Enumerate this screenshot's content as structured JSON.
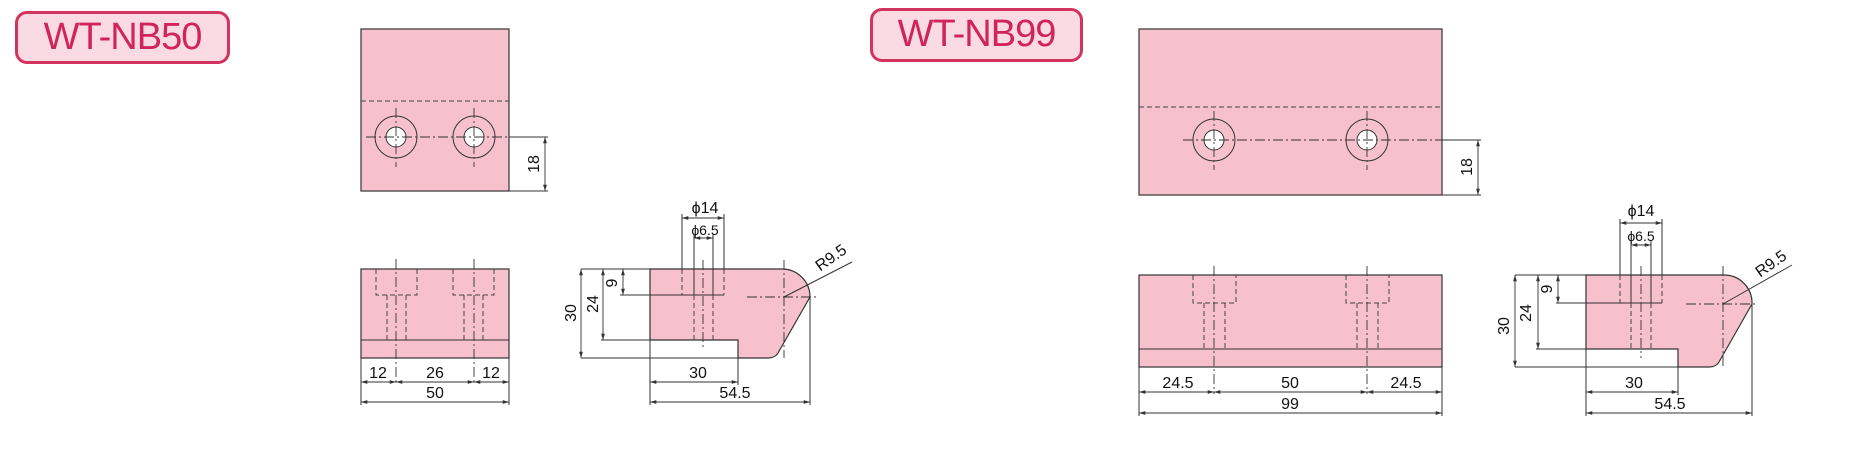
{
  "colors": {
    "part_fill": "#f6c1cd",
    "badge_border": "#d3345f",
    "badge_fill": "#fbdbe3",
    "badge_text": "#d0245a"
  },
  "models": [
    {
      "name": "WT-NB50",
      "top_view": {
        "hole_offset": "18"
      },
      "front_view": {
        "dims": [
          "12",
          "26",
          "12"
        ],
        "total": "50"
      },
      "side_view": {
        "height": "30",
        "slot_depth": "24",
        "counterbore_depth": "9",
        "counterbore_dia": "ϕ14",
        "hole_dia": "ϕ6.5",
        "radius": "R9.5",
        "slot_width": "30",
        "length": "54.5"
      }
    },
    {
      "name": "WT-NB99",
      "top_view": {
        "hole_offset": "18"
      },
      "front_view": {
        "dims": [
          "24.5",
          "50",
          "24.5"
        ],
        "total": "99"
      },
      "side_view": {
        "height": "30",
        "slot_depth": "24",
        "counterbore_depth": "9",
        "counterbore_dia": "ϕ14",
        "hole_dia": "ϕ6.5",
        "radius": "R9.5",
        "slot_width": "30",
        "length": "54.5"
      }
    }
  ]
}
